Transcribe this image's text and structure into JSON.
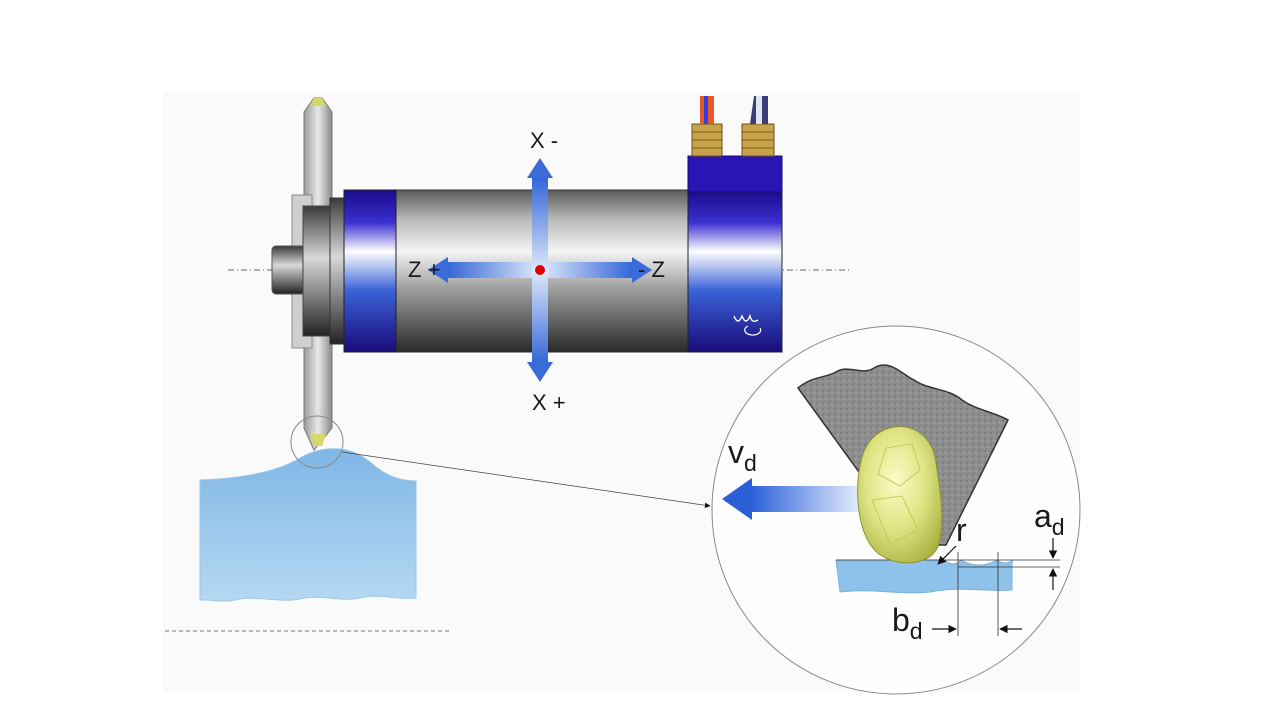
{
  "axes": {
    "x_minus": "X -",
    "x_plus": "X +",
    "z_plus": "Z +",
    "z_minus": "- Z"
  },
  "detail": {
    "velocity_symbol": "v",
    "velocity_sub": "d",
    "depth_symbol": "a",
    "depth_sub": "d",
    "width_symbol": "b",
    "width_sub": "d",
    "radius_symbol": "r"
  },
  "colors": {
    "spindle_blue": "#2a1aa8",
    "arrow_blue": "#3d6fd6",
    "workpiece_blue": "#8fc2ea",
    "stone_gray": "#8c8c8c",
    "diamond_yellow": "#e3e88a",
    "center_dot": "#e00000"
  }
}
